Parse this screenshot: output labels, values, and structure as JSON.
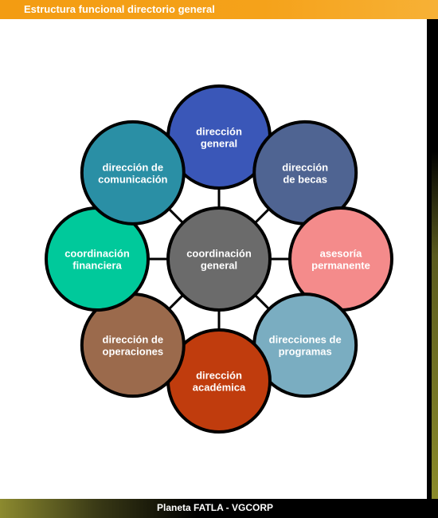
{
  "header": {
    "title": "Estructura funcional directorio general"
  },
  "footer": {
    "text": "Planeta FATLA - VGCORP"
  },
  "diagram": {
    "center": {
      "lines": [
        "coordinación",
        "general"
      ],
      "color": "#6b6b6b"
    },
    "nodes": [
      {
        "id": "direccion-general",
        "lines": [
          "dirección",
          "general"
        ],
        "color": "#3a57b8"
      },
      {
        "id": "direccion-becas",
        "lines": [
          "dirección",
          "de becas"
        ],
        "color": "#4f6492"
      },
      {
        "id": "asesoria-permanente",
        "lines": [
          "asesoría",
          "permanente"
        ],
        "color": "#f48b8b"
      },
      {
        "id": "direcciones-programas",
        "lines": [
          "direcciones de",
          "programas"
        ],
        "color": "#7aadc1"
      },
      {
        "id": "direccion-academica",
        "lines": [
          "dirección",
          "académica"
        ],
        "color": "#c03c0d"
      },
      {
        "id": "direccion-operaciones",
        "lines": [
          "dirección de",
          "operaciones"
        ],
        "color": "#9b6a4c"
      },
      {
        "id": "coordinacion-financiera",
        "lines": [
          "coordinación",
          "financiera"
        ],
        "color": "#00c99b"
      },
      {
        "id": "direccion-comunicacion",
        "lines": [
          "dirección de",
          "comunicación"
        ],
        "color": "#2a8fa5"
      }
    ]
  }
}
